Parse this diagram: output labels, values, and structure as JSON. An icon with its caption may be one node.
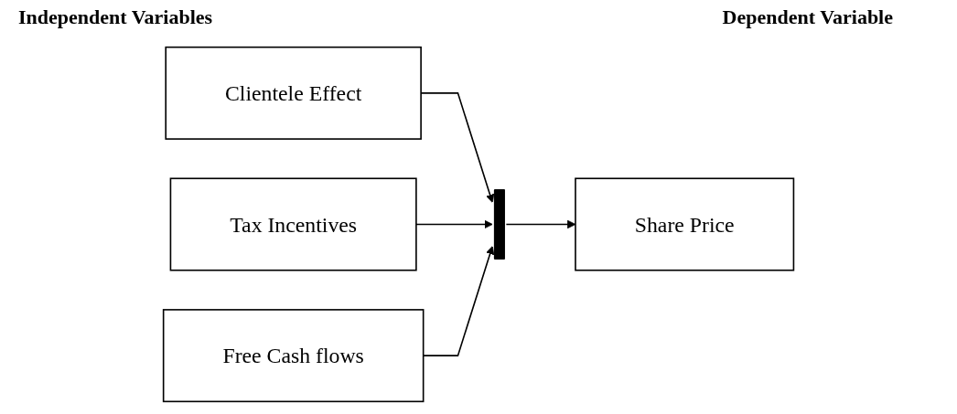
{
  "diagram": {
    "nodes": [
      {
        "text": [
          "Clientele Effect"
        ]
      },
      {
        "text": [
          "Tax Incentives"
        ]
      },
      {
        "text": [
          "Free Cash flows"
        ]
      },
      {
        "text": [],
        "shape": "bar"
      },
      {
        "text": [
          "Share Price"
        ]
      }
    ],
    "edges": [
      {
        "from": 0,
        "to": 3,
        "arrow": "to"
      },
      {
        "from": 1,
        "to": 3,
        "arrow": "to"
      },
      {
        "from": 2,
        "to": 3,
        "arrow": "to"
      },
      {
        "from": 3,
        "to": 4,
        "arrow": "to"
      }
    ],
    "labels": [
      "Independent Variables",
      "Dependent Variable"
    ]
  }
}
